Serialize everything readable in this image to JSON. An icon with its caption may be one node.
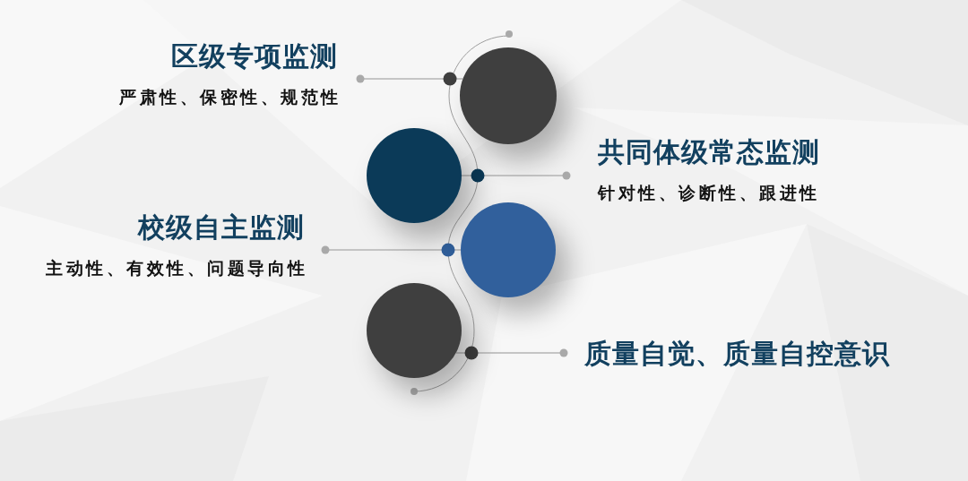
{
  "diagram": {
    "nodes": [
      {
        "text": [
          "区级专项监测",
          "严肃性、保密性、规范性"
        ]
      },
      {
        "text": [],
        "shape": "circle"
      },
      {
        "text": [],
        "shape": "circle"
      },
      {
        "text": [
          "共同体级常态监测",
          "针对性、诊断性、跟进性"
        ]
      },
      {
        "text": [
          "校级自主监测",
          "主动性、有效性、问题导向性"
        ]
      },
      {
        "text": [],
        "shape": "circle"
      },
      {
        "text": [],
        "shape": "circle"
      },
      {
        "text": [
          "质量自觉、质量自控意识"
        ]
      }
    ],
    "edges": [
      {
        "from": 0,
        "to": 1,
        "arrow": "other"
      },
      {
        "from": 3,
        "to": 2,
        "arrow": "other"
      },
      {
        "from": 4,
        "to": 5,
        "arrow": "other"
      },
      {
        "from": 7,
        "to": 6,
        "arrow": "other"
      }
    ]
  }
}
